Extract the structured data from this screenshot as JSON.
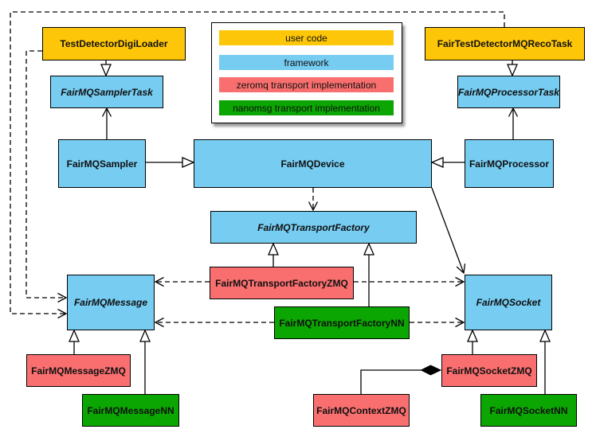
{
  "colors": {
    "user_code": "#fdc608",
    "framework": "#76ccf1",
    "zeromq": "#f96f6f",
    "nanomsg": "#0ba602",
    "line": "#000000",
    "background": "#ffffff"
  },
  "legend": {
    "items": [
      {
        "label": "user code",
        "category": "user_code"
      },
      {
        "label": "framework",
        "category": "framework"
      },
      {
        "label": "zeromq transport implementation",
        "category": "zeromq"
      },
      {
        "label": "nanomsg transport implementation",
        "category": "nanomsg"
      }
    ]
  },
  "nodes": {
    "testDetectorDigiLoader": {
      "label": "TestDetectorDigiLoader",
      "category": "user_code",
      "abstract": false
    },
    "fairTestDetectorMQRecoTask": {
      "label": "FairTestDetectorMQRecoTask",
      "category": "user_code",
      "abstract": false
    },
    "fairMQSamplerTask": {
      "label": "FairMQSamplerTask",
      "category": "framework",
      "abstract": true
    },
    "fairMQProcessorTask": {
      "label": "FairMQProcessorTask",
      "category": "framework",
      "abstract": true
    },
    "fairMQSampler": {
      "label": "FairMQSampler",
      "category": "framework",
      "abstract": false
    },
    "fairMQDevice": {
      "label": "FairMQDevice",
      "category": "framework",
      "abstract": false
    },
    "fairMQProcessor": {
      "label": "FairMQProcessor",
      "category": "framework",
      "abstract": false
    },
    "fairMQTransportFactory": {
      "label": "FairMQTransportFactory",
      "category": "framework",
      "abstract": true
    },
    "fairMQTransportFactoryZMQ": {
      "label": "FairMQTransportFactoryZMQ",
      "category": "zeromq",
      "abstract": false
    },
    "fairMQTransportFactoryNN": {
      "label": "FairMQTransportFactoryNN",
      "category": "nanomsg",
      "abstract": false
    },
    "fairMQMessage": {
      "label": "FairMQMessage",
      "category": "framework",
      "abstract": true
    },
    "fairMQSocket": {
      "label": "FairMQSocket",
      "category": "framework",
      "abstract": true
    },
    "fairMQMessageZMQ": {
      "label": "FairMQMessageZMQ",
      "category": "zeromq",
      "abstract": false
    },
    "fairMQMessageNN": {
      "label": "FairMQMessageNN",
      "category": "nanomsg",
      "abstract": false
    },
    "fairMQSocketZMQ": {
      "label": "FairMQSocketZMQ",
      "category": "zeromq",
      "abstract": false
    },
    "fairMQSocketNN": {
      "label": "FairMQSocketNN",
      "category": "nanomsg",
      "abstract": false
    },
    "fairMQContextZMQ": {
      "label": "FairMQContextZMQ",
      "category": "zeromq",
      "abstract": false
    }
  },
  "relationships": [
    {
      "from": "TestDetectorDigiLoader",
      "to": "FairMQSamplerTask",
      "type": "generalization"
    },
    {
      "from": "FairTestDetectorMQRecoTask",
      "to": "FairMQProcessorTask",
      "type": "generalization"
    },
    {
      "from": "FairMQSampler",
      "to": "FairMQSamplerTask",
      "type": "association"
    },
    {
      "from": "FairMQProcessor",
      "to": "FairMQProcessorTask",
      "type": "association"
    },
    {
      "from": "FairMQSampler",
      "to": "FairMQDevice",
      "type": "generalization"
    },
    {
      "from": "FairMQProcessor",
      "to": "FairMQDevice",
      "type": "generalization"
    },
    {
      "from": "FairMQDevice",
      "to": "FairMQTransportFactory",
      "type": "dashed-dependency"
    },
    {
      "from": "FairMQDevice",
      "to": "FairMQSocket",
      "type": "association"
    },
    {
      "from": "FairMQTransportFactoryZMQ",
      "to": "FairMQTransportFactory",
      "type": "generalization"
    },
    {
      "from": "FairMQTransportFactoryNN",
      "to": "FairMQTransportFactory",
      "type": "generalization"
    },
    {
      "from": "TestDetectorDigiLoader",
      "to": "FairMQMessage",
      "type": "dashed-dependency"
    },
    {
      "from": "FairTestDetectorMQRecoTask",
      "to": "FairMQMessage",
      "type": "dashed-dependency"
    },
    {
      "from": "FairMQTransportFactoryZMQ",
      "to": "FairMQMessage",
      "type": "dashed-dependency"
    },
    {
      "from": "FairMQTransportFactoryZMQ",
      "to": "FairMQSocket",
      "type": "dashed-dependency"
    },
    {
      "from": "FairMQTransportFactoryNN",
      "to": "FairMQMessage",
      "type": "dashed-dependency"
    },
    {
      "from": "FairMQTransportFactoryNN",
      "to": "FairMQSocket",
      "type": "dashed-dependency"
    },
    {
      "from": "FairMQMessageZMQ",
      "to": "FairMQMessage",
      "type": "generalization"
    },
    {
      "from": "FairMQMessageNN",
      "to": "FairMQMessage",
      "type": "generalization"
    },
    {
      "from": "FairMQSocketZMQ",
      "to": "FairMQSocket",
      "type": "generalization"
    },
    {
      "from": "FairMQSocketNN",
      "to": "FairMQSocket",
      "type": "generalization"
    },
    {
      "from": "FairMQContextZMQ",
      "to": "FairMQSocketZMQ",
      "type": "composition"
    }
  ]
}
